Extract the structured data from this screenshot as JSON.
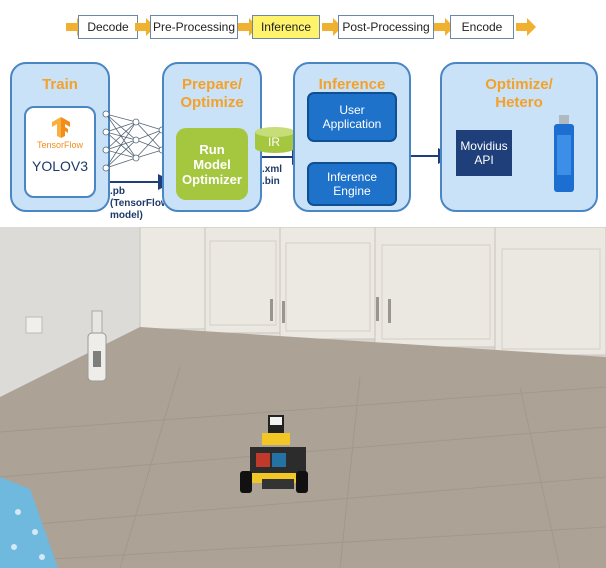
{
  "pipeline": {
    "stages": [
      "Decode",
      "Pre-Processing",
      "Inference",
      "Post-Processing",
      "Encode"
    ],
    "active_stage": "Inference"
  },
  "diagram": {
    "train": {
      "title": "Train",
      "brand": "TensorFlow",
      "model": "YOLOV3"
    },
    "pb_label": ".pb\n(TensorFlow\nmodel)",
    "prepare": {
      "title": "Prepare/\nOptimize",
      "box": "Run\nModel\nOptimizer"
    },
    "ir_label": "IR",
    "xml_label": ".xml\n.bin",
    "inference": {
      "title": "Inference",
      "app": "User\nApplication",
      "engine": "Inference\nEngine"
    },
    "optimize": {
      "title": "Optimize/\nHetero",
      "api": "Movidius\nAPI"
    },
    "colors": {
      "panel": "#c9e2f7",
      "border": "#4b86c4",
      "title": "#f4a129",
      "blue": "#1f72c9",
      "green": "#a5c740",
      "navy": "#1e3f7a",
      "active": "#fff36b"
    }
  }
}
